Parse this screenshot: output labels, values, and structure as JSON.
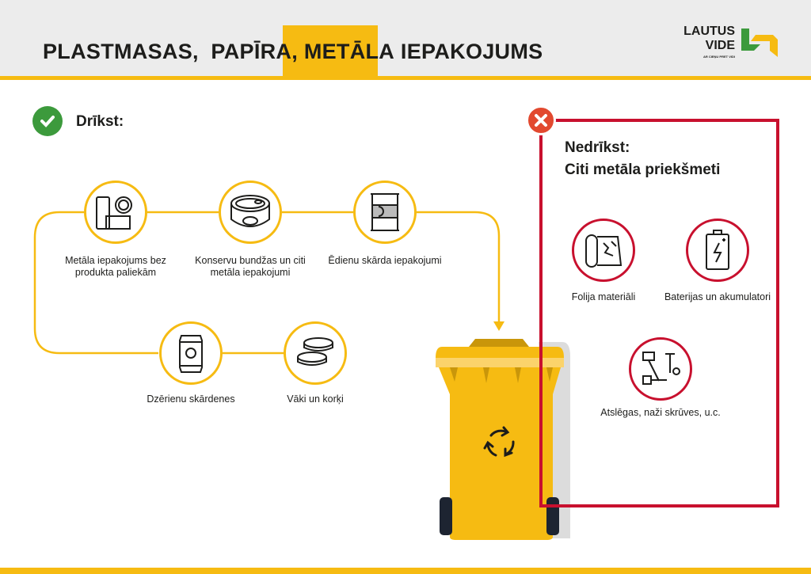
{
  "header": {
    "title_parts": [
      "PLASTMASAS,  PAPĪRA, ",
      "METĀLA",
      " IEPAKOJUMS"
    ]
  },
  "logo": {
    "line1": "LAUTUS",
    "line2": "VIDE",
    "tagline": "AR CIEŅU PRET VIDI"
  },
  "allowed": {
    "heading": "Drīkst:",
    "items": [
      {
        "label": "Metāla iepakojums bez produkta paliekām",
        "icon": "metal-packaging-icon"
      },
      {
        "label": "Konservu bundžas un citi metāla iepakojumi",
        "icon": "tin-can-icon"
      },
      {
        "label": "Ēdienu skārda iepakojumi",
        "icon": "food-tin-icon"
      },
      {
        "label": "Dzērienu skārdenes",
        "icon": "beverage-can-icon"
      },
      {
        "label": "Vāki un korķi",
        "icon": "lids-caps-icon"
      }
    ]
  },
  "forbidden": {
    "heading1": "Nedrīkst:",
    "heading2": "Citi metāla priekšmeti",
    "items": [
      {
        "label": "Folija materiāli",
        "icon": "foil-icon"
      },
      {
        "label": "Baterijas un akumulatori",
        "icon": "battery-icon"
      },
      {
        "label": "Atslēgas, naži skrūves, u.c.",
        "icon": "screws-icon"
      }
    ]
  },
  "colors": {
    "yellow": "#f6bb12",
    "red": "#c8102e",
    "green": "#3c9a3c",
    "orange": "#e2492f"
  }
}
